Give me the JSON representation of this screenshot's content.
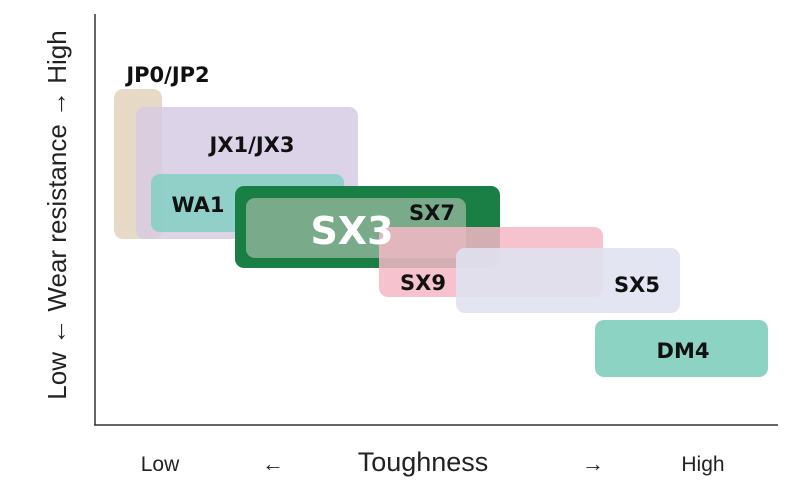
{
  "x_axis": {
    "low": "Low",
    "left_arrow": "←",
    "title": "Toughness",
    "right_arrow": "→",
    "high": "High"
  },
  "y_axis": {
    "text": "Low ← Wear resistance → High"
  },
  "grades": [
    {
      "id": "jp0-jp2",
      "label": "JP0/JP2",
      "color": "#e3d6c0",
      "opacity": 0.9,
      "text_color": "#111111"
    },
    {
      "id": "jx1-jx3",
      "label": "JX1/JX3",
      "color": "#d6c9e3",
      "opacity": 0.82,
      "text_color": "#111111"
    },
    {
      "id": "wa1",
      "label": "WA1",
      "color": "#7dcfbf",
      "opacity": 0.8,
      "text_color": "#111111"
    },
    {
      "id": "sx3",
      "label": "SX3",
      "color": "#1a7f45",
      "opacity": 1.0,
      "text_color": "#ffffff"
    },
    {
      "id": "sx7",
      "label": "SX7",
      "color": "#c9d0c2",
      "opacity": 0.55,
      "text_color": "#111111"
    },
    {
      "id": "sx9",
      "label": "SX9",
      "color": "#f4b7c5",
      "opacity": 0.85,
      "text_color": "#111111"
    },
    {
      "id": "sx5",
      "label": "SX5",
      "color": "#dfe3f0",
      "opacity": 0.88,
      "text_color": "#111111"
    },
    {
      "id": "dm4",
      "label": "DM4",
      "color": "#8dd3c4",
      "opacity": 1.0,
      "text_color": "#111111"
    }
  ]
}
